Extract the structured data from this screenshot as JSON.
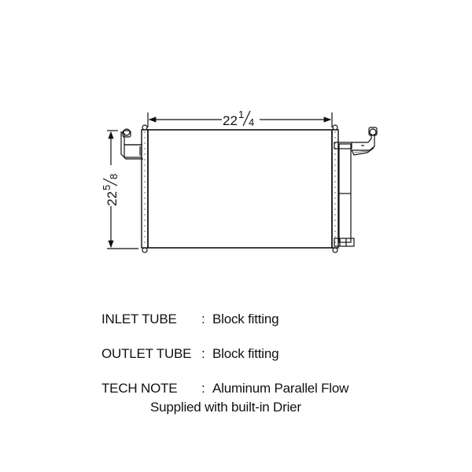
{
  "diagram": {
    "width_dimension": {
      "whole": "22",
      "numerator": "1",
      "denominator": "4"
    },
    "height_dimension": {
      "whole": "22",
      "numerator": "5",
      "denominator": "8"
    }
  },
  "specs": [
    {
      "label": "INLET TUBE",
      "separator": ":",
      "value": "Block fitting"
    },
    {
      "label": "OUTLET TUBE",
      "separator": ":",
      "value": "Block fitting"
    },
    {
      "label": "TECH NOTE",
      "separator": ":",
      "value": "Aluminum Parallel Flow"
    }
  ],
  "tech_note_line2": "Supplied with built-in Drier"
}
